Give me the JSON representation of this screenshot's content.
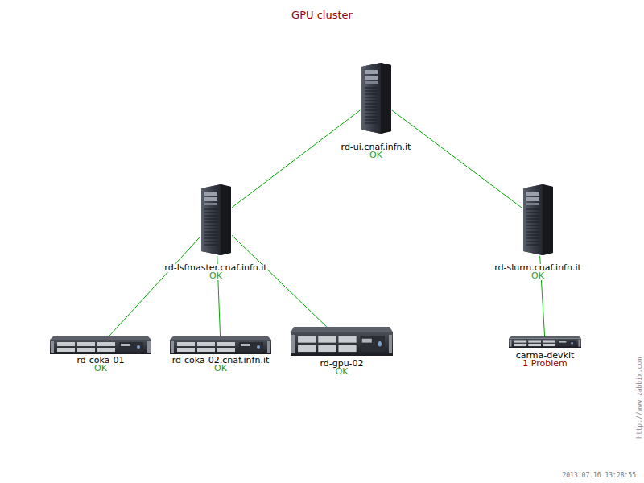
{
  "diagram": {
    "title": "GPU cluster",
    "nodes": [
      {
        "text": [
          "rd-ui.cnaf.infn.it",
          "OK"
        ]
      },
      {
        "text": [
          "rd-lsfmaster.cnaf.infn.it",
          "OK"
        ]
      },
      {
        "text": [
          "rd-slurm.cnaf.infn.it",
          "OK"
        ]
      },
      {
        "text": [
          "rd-coka-01",
          "OK"
        ]
      },
      {
        "text": [
          "rd-coka-02.cnaf.infn.it",
          "OK"
        ]
      },
      {
        "text": [
          "rd-gpu-02",
          "OK"
        ]
      },
      {
        "text": [
          "carma-devkit",
          "1 Problem"
        ]
      }
    ],
    "edges": [
      {
        "from": 0,
        "to": 1,
        "arrow": "none"
      },
      {
        "from": 0,
        "to": 2,
        "arrow": "none"
      },
      {
        "from": 1,
        "to": 3,
        "arrow": "none"
      },
      {
        "from": 1,
        "to": 4,
        "arrow": "none"
      },
      {
        "from": 1,
        "to": 5,
        "arrow": "none"
      },
      {
        "from": 2,
        "to": 6,
        "arrow": "none"
      }
    ],
    "labels": [
      "http://www.zabbix.com",
      "2013.07.16 13:28:55"
    ]
  }
}
